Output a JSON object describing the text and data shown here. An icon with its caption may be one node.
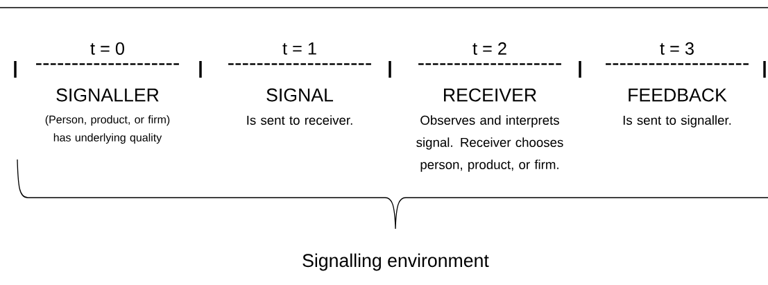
{
  "diagram": {
    "labels": [
      "t = 0",
      "--------------------",
      "SIGNALLER",
      "(Person, product, or firm) has underlying quality",
      "t = 1",
      "--------------------",
      "SIGNAL",
      "Is sent to receiver.",
      "t = 2",
      "--------------------",
      "RECEIVER",
      "Observes and interprets signal. Receiver chooses person, product, or firm.",
      "t = 3",
      "--------------------",
      "FEEDBACK",
      "Is sent to signaller.",
      "Signalling environment"
    ]
  }
}
